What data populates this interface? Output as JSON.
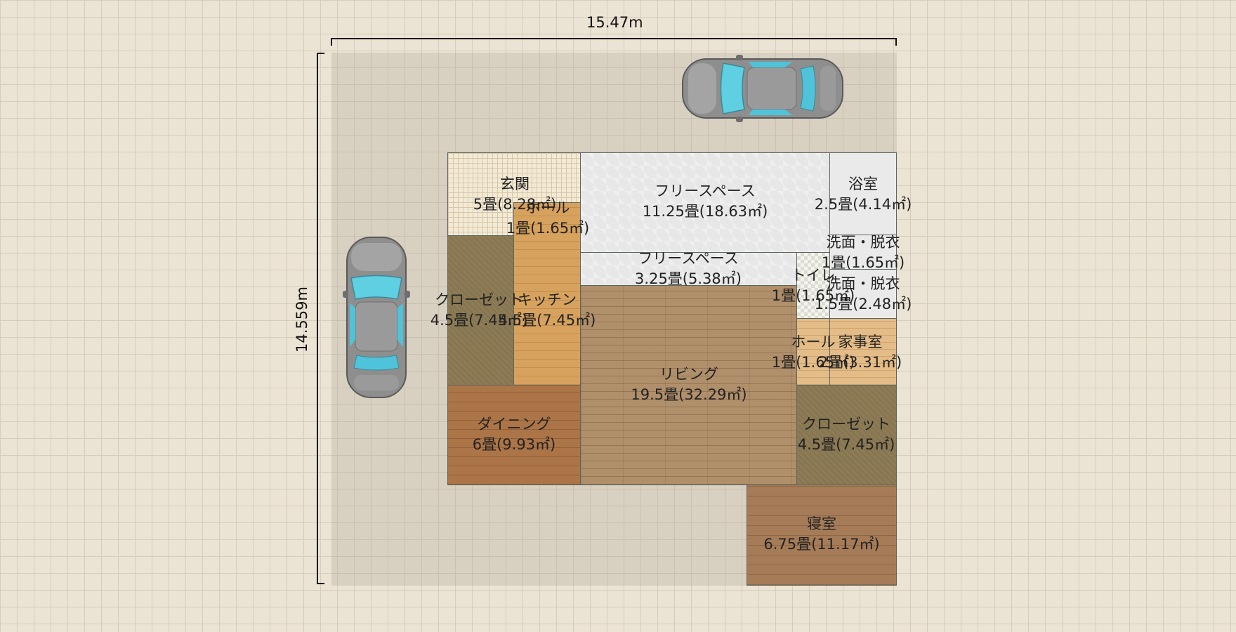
{
  "dimensions": {
    "width_label": "15.47m",
    "height_label": "14.559m"
  },
  "rooms": [
    {
      "id": "genkan",
      "name": "玄関",
      "area": "5畳(8.28㎡)"
    },
    {
      "id": "hall-small",
      "name": "ホール",
      "area": "1畳(1.65㎡)"
    },
    {
      "id": "free-space-1",
      "name": "フリースペース",
      "area": "11.25畳(18.63㎡)"
    },
    {
      "id": "bath",
      "name": "浴室",
      "area": "2.5畳(4.14㎡)"
    },
    {
      "id": "free-space-2",
      "name": "フリースペース",
      "area": "3.25畳(5.38㎡)"
    },
    {
      "id": "wash-1",
      "name": "洗面・脱衣",
      "area": "1畳(1.65㎡)"
    },
    {
      "id": "toilet",
      "name": "トイレ",
      "area": "1畳(1.65㎡)"
    },
    {
      "id": "wash-2",
      "name": "洗面・脱衣",
      "area": "1.5畳(2.48㎡)"
    },
    {
      "id": "closet-left",
      "name": "クローゼット",
      "area": "4.5畳(7.45㎡)"
    },
    {
      "id": "kitchen",
      "name": "キッチン",
      "area": "4.5畳(7.45㎡)"
    },
    {
      "id": "hall-right",
      "name": "ホール",
      "area": "1畳(1.65㎡)"
    },
    {
      "id": "utility",
      "name": "家事室",
      "area": "2畳(3.31㎡)"
    },
    {
      "id": "living",
      "name": "リビング",
      "area": "19.5畳(32.29㎡)"
    },
    {
      "id": "dining",
      "name": "ダイニング",
      "area": "6畳(9.93㎡)"
    },
    {
      "id": "closet-right",
      "name": "クローゼット",
      "area": "4.5畳(7.45㎡)"
    },
    {
      "id": "bedroom",
      "name": "寝室",
      "area": "6.75畳(11.17㎡)"
    }
  ],
  "vehicles": [
    {
      "id": "car-top",
      "orientation": "horizontal",
      "colors": {
        "body": "#8c8c8c",
        "glass": "#4fc3d9"
      }
    },
    {
      "id": "car-left",
      "orientation": "vertical",
      "colors": {
        "body": "#8c8c8c",
        "glass": "#4fc3d9"
      }
    }
  ]
}
